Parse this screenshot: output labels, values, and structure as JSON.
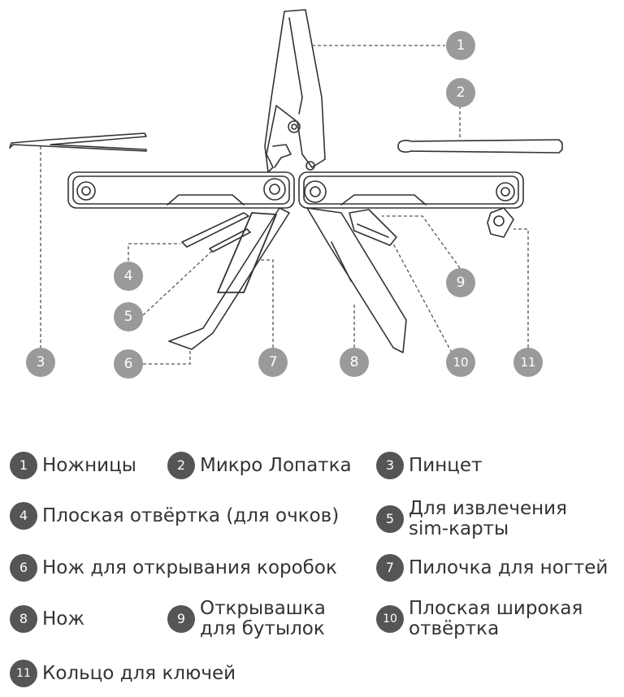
{
  "colors": {
    "badge_diagram": "#9a9a9a",
    "badge_legend": "#555555",
    "text": "#333333",
    "line": "#333333"
  },
  "callouts": [
    "1",
    "2",
    "3",
    "4",
    "5",
    "6",
    "7",
    "8",
    "9",
    "10",
    "11"
  ],
  "legend": [
    {
      "num": "1",
      "label": "Ножницы"
    },
    {
      "num": "2",
      "label": "Микро Лопатка"
    },
    {
      "num": "3",
      "label": "Пинцет"
    },
    {
      "num": "4",
      "label": "Плоская отвёртка (для очков)"
    },
    {
      "num": "5",
      "label": "Для извлечения\nsim-карты"
    },
    {
      "num": "6",
      "label": "Нож для открывания коробок"
    },
    {
      "num": "7",
      "label": "Пилочка для ногтей"
    },
    {
      "num": "8",
      "label": "Нож"
    },
    {
      "num": "9",
      "label": "Открывашка\nдля бутылок"
    },
    {
      "num": "10",
      "label": "Плоская широкая\nотвёртка"
    },
    {
      "num": "11",
      "label": "Кольцо для ключей"
    }
  ]
}
